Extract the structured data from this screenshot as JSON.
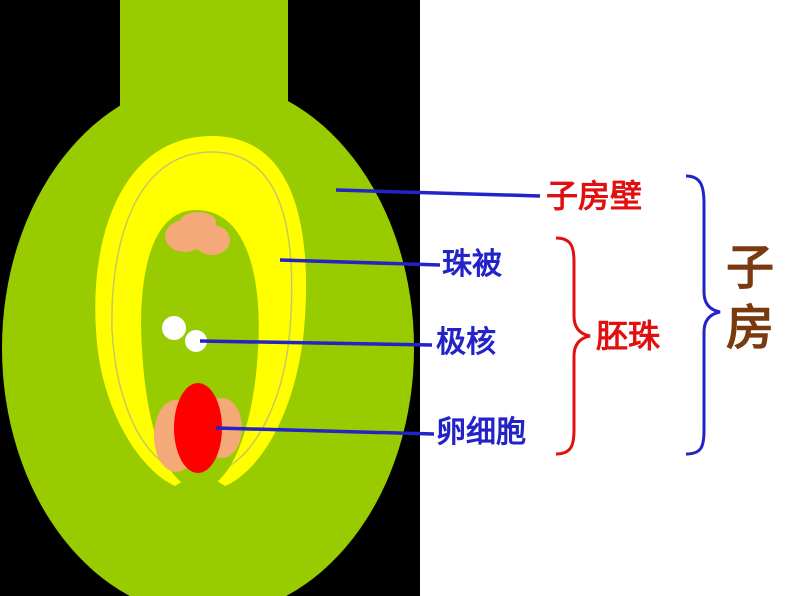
{
  "labels": {
    "ovary_wall": "子房壁",
    "integument": "珠被",
    "polar_nuclei": "极核",
    "egg_cell": "卵细胞",
    "ovule": "胚珠",
    "ovary": "子房"
  },
  "colors": {
    "background_dark": "#000000",
    "ovary_green": "#99cc00",
    "integument_yellow": "#ffff00",
    "ovule_inner_green": "#99cc00",
    "synergid_orange": "#f5a878",
    "egg_red": "#ff0000",
    "polar_nuclei_white": "#ffffff",
    "leader_line_blue": "#2323c8",
    "brace_red": "#e01010",
    "brace_blue": "#2323c8",
    "ovary_label_brown": "#7a3a10"
  }
}
